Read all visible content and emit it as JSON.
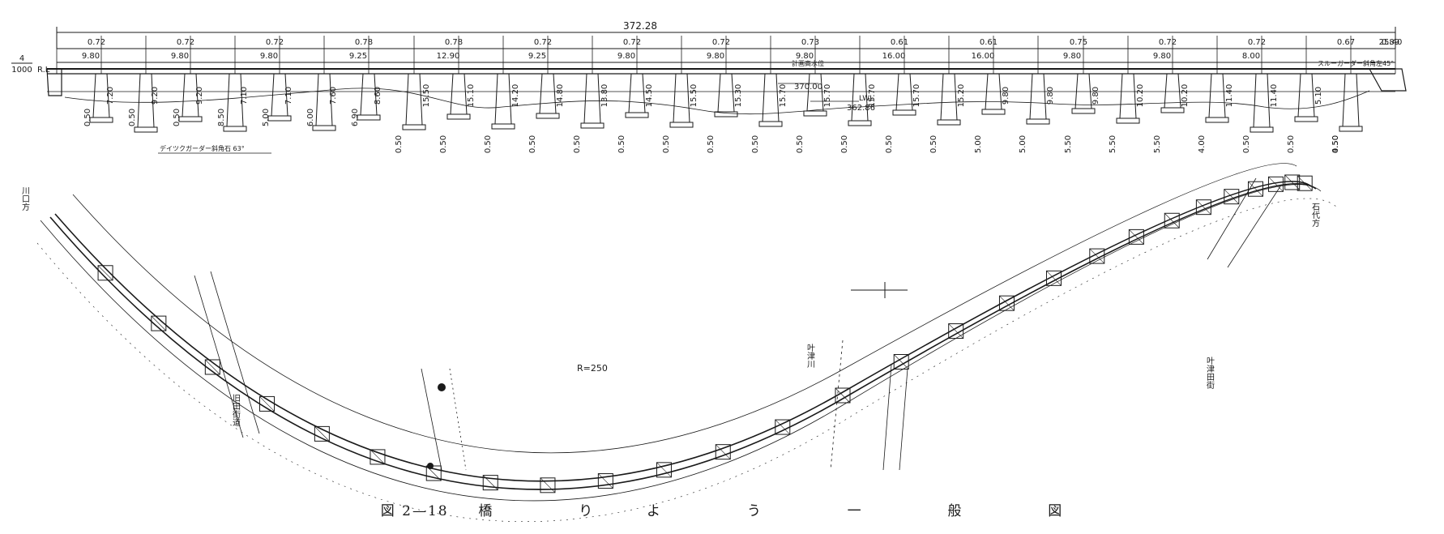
{
  "drawing": {
    "total_length": "372.28",
    "elevation_ratio": "4",
    "elevation_ratio_den": "1000",
    "elevation_ref": "R.L",
    "span_top_labels": [
      "0.72",
      "0.72",
      "0.72",
      "0.78",
      "0.78",
      "0.72",
      "0.72",
      "0.72",
      "0.73",
      "0.61",
      "0.61",
      "0.75",
      "0.72",
      "0.72",
      "0.67",
      "0.89",
      "25.40"
    ],
    "span_lengths": [
      "9.80",
      "9.80",
      "9.80",
      "9.25",
      "12.90",
      "9.25",
      "9.80",
      "9.80",
      "9.80",
      "16.00",
      "16.00",
      "9.80",
      "9.80",
      "8.00"
    ],
    "pier_heights": [
      "15.50",
      "15.10",
      "14.20",
      "14.80",
      "13.80",
      "14.50",
      "15.50",
      "15.30",
      "15.70",
      "15.70",
      "15.70",
      "15.70",
      "15.20",
      "9.80",
      "9.80",
      "9.80",
      "10.20",
      "10.20",
      "11.40",
      "11.40",
      "5.10"
    ],
    "bottom_labels": [
      "0.50",
      "0.50",
      "0.50",
      "0.50",
      "0.50",
      "0.50",
      "0.50",
      "0.50",
      "0.50",
      "0.50",
      "0.50",
      "0.50",
      "0.50",
      "5.00",
      "5.00",
      "5.50",
      "5.50",
      "5.50",
      "4.00",
      "0.50",
      "0.50",
      "0.50",
      "4.50"
    ],
    "left_piers": [
      "7.20",
      "9.20",
      "9.20",
      "7.10",
      "7.10",
      "7.60",
      "8.60"
    ],
    "left_pier_bottoms": [
      "0.50",
      "0.50",
      "0.50",
      "8.50",
      "5.00",
      "6.00",
      "6.90"
    ],
    "note_plate_girder": "デイツクガーダー斜角石 63°",
    "note_through_girder": "スルーガーダー斜角左45°",
    "note_flood_level": "計画高水位",
    "flood_level": "370.00",
    "lwl_label": "LWL",
    "lwl_value": "362.86",
    "radius": "R=250",
    "labels": {
      "left_end": "川口方",
      "right_end": "石代方",
      "road_left": "旧田街道",
      "river": "叶津川",
      "road_right": "叶津田街"
    }
  },
  "caption": {
    "prefix": "図 2—18",
    "chars": [
      "橋",
      "り",
      "よ",
      "う",
      "一",
      "般",
      "図"
    ]
  }
}
